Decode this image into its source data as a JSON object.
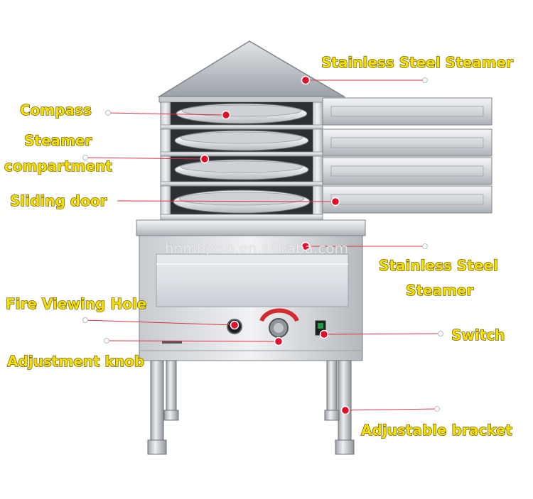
{
  "labels": {
    "stainless_steel_steamer_top": "Stainless Steel Steamer",
    "compass": "Compass",
    "steamer_line1": "Steamer",
    "steamer_line2": "compartment",
    "sliding_door": "Sliding door",
    "stainless_steel_line1": "Stainless Steel",
    "stainless_steel_line2": "Steamer",
    "fire_viewing_hole": "Fire Viewing Hole",
    "switch": "Switch",
    "adjustment_knob": "Adjustment knob",
    "adjustable_bracket": "Adjustable bracket"
  },
  "watermark": "hnmbjxsb.en.alibaba.com",
  "colors": {
    "label_fill": "#f4dd00",
    "label_outline": "#5a4a00",
    "marker": "#e0102a",
    "leader": "#d8333f",
    "steel_light": "#e9ebee",
    "steel_mid": "#bfc3c8",
    "steel_dark": "#7d8288"
  }
}
